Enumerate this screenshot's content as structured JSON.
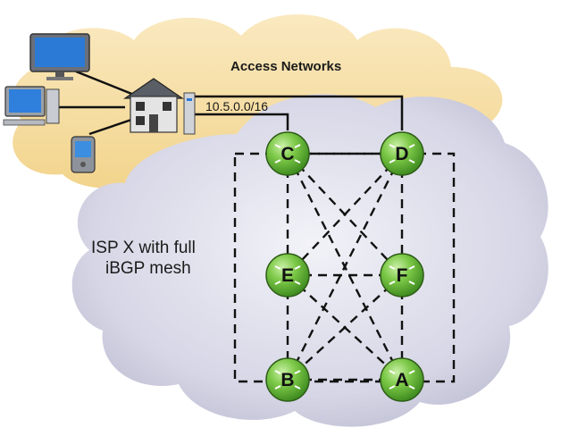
{
  "labels": {
    "access_networks": "Access Networks",
    "subnet": "10.5.0.0/16",
    "isp_line1": "ISP X with full",
    "isp_line2": "iBGP mesh"
  },
  "routers": [
    "C",
    "D",
    "E",
    "F",
    "B",
    "A"
  ],
  "icons": [
    "monitor-icon",
    "desktop-computer-icon",
    "pda-icon",
    "house-icon",
    "router-icon"
  ],
  "colors": {
    "access_cloud": "#f7dfa6",
    "isp_cloud": "#d3d3e4",
    "router_green": "#74c043",
    "mesh_line": "#111111"
  }
}
